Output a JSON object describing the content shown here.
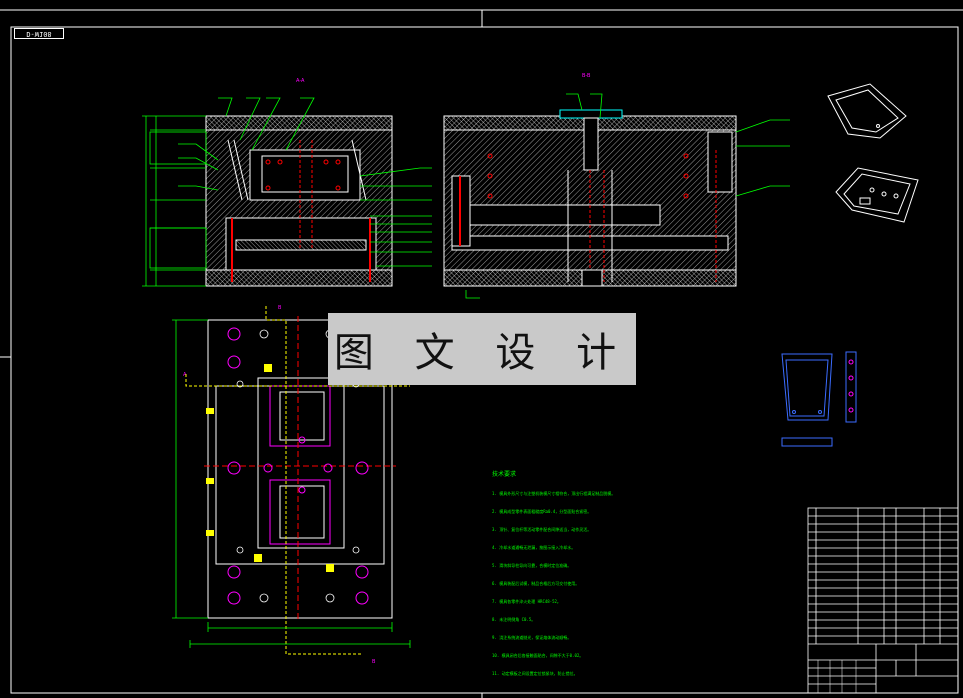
{
  "drawing_id": "D-W108",
  "watermark": "图 文 设 计",
  "section_a_label": "A-A",
  "section_b_label": "B-B",
  "marker_a": "A",
  "marker_b": "B",
  "notes": {
    "title": "技术要求",
    "lines": [
      "1. 模具外形尺寸与注塑机装模尺寸相符合，顶出行程满足制品脱模。",
      "2. 模具成型零件表面粗糙度Ra0.4，分型面贴合紧密。",
      "3. 顶针、复位杆等活动零件配合间隙适当，动作灵活。",
      "4. 冷却水道通畅无泄漏，按图示接入冷却水。",
      "5. 滑块斜导柱导向可靠，合模时定位准确。",
      "6. 模具装配后试模，制品合格后方可交付使用。",
      "7. 模具各零件淬火处理 HRC48-52。",
      "8. 未注明倒角 C0.5。",
      "9. 浇注系统流道抛光，保证熔体流动顺畅。",
      "10. 模具闭合后各接触面贴合，间隙不大于0.02。",
      "11. 动定模板之间设置定位锁紧块，防止错位。"
    ]
  },
  "colors": {
    "white": "#ffffff",
    "magenta": "#ff00ff",
    "red": "#ff0000",
    "green": "#00ff00",
    "yellow": "#ffff00",
    "blue": "#3b6cff",
    "cyan": "#00ffff"
  }
}
